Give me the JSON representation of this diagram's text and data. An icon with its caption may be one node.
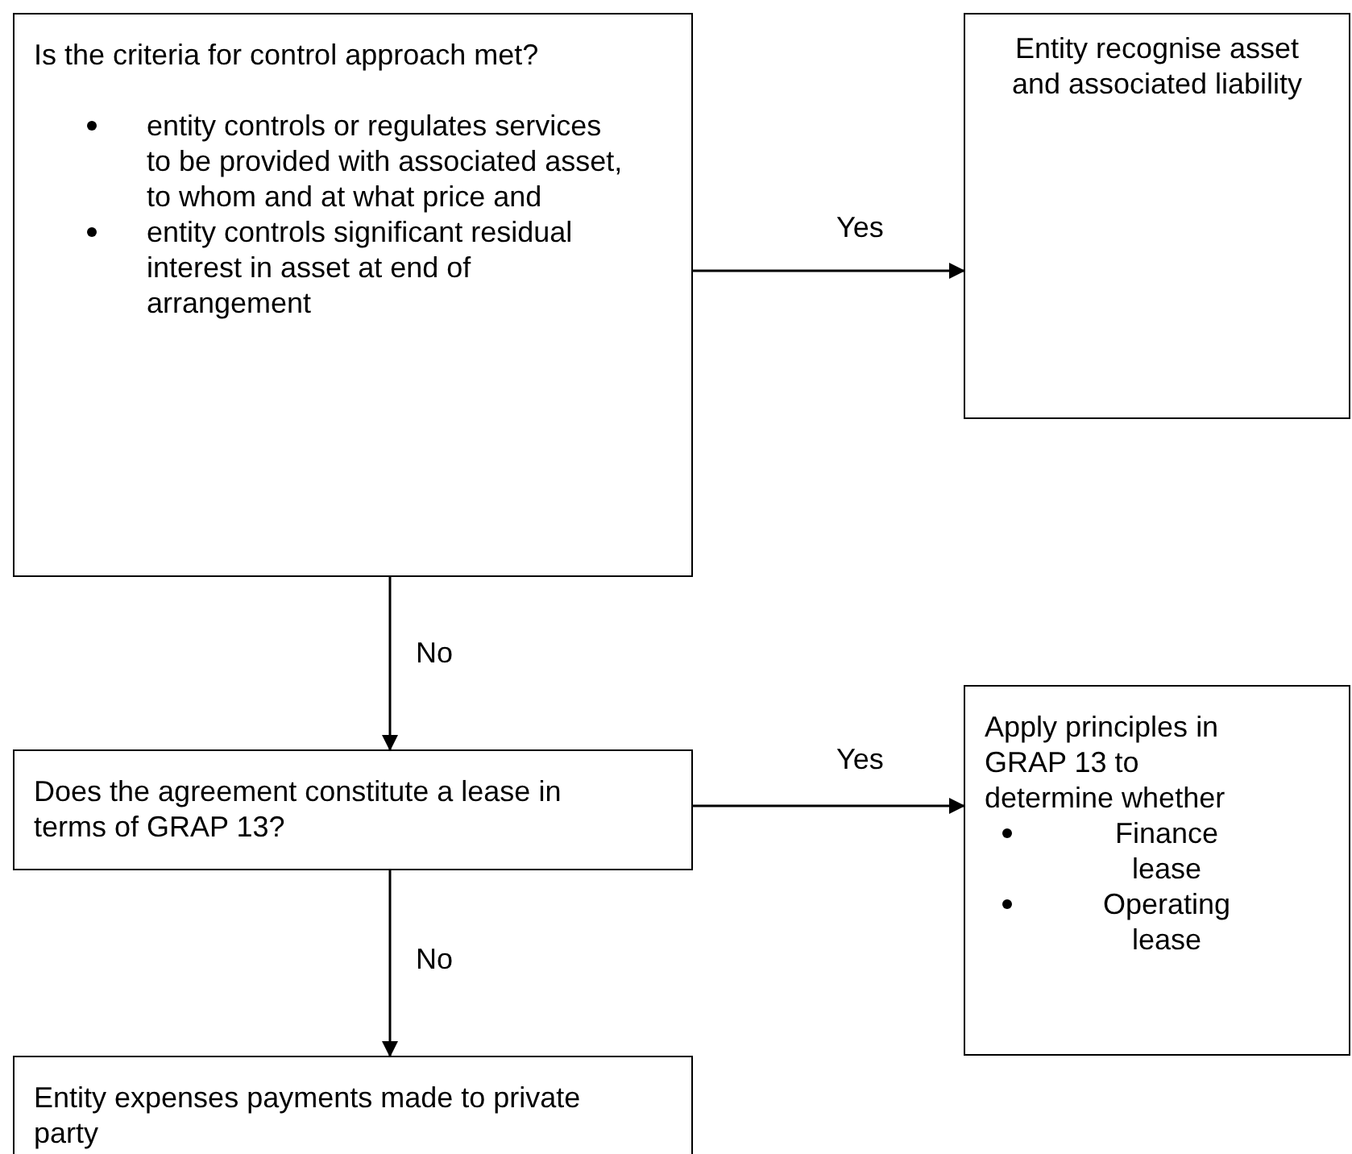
{
  "diagram": {
    "nodes": [
      {
        "text": [
          "Is the criteria for control approach met?",
          "entity controls or regulates services to be provided with associated asset, to whom and at what price and",
          "entity controls significant residual interest in asset at end of arrangement"
        ]
      },
      {
        "text": [
          "Entity recognise asset and associated liability"
        ]
      },
      {
        "text": [
          "Does the agreement constitute a lease in terms of GRAP 13?"
        ]
      },
      {
        "text": [
          "Apply principles in GRAP 13 to determine whether",
          "Finance lease",
          "Operating lease"
        ]
      },
      {
        "text": [
          "Entity expenses payments made to private party"
        ]
      }
    ],
    "edges": [
      {
        "from": 0,
        "to": 1,
        "arrow": "to",
        "label": "Yes"
      },
      {
        "from": 0,
        "to": 2,
        "arrow": "to",
        "label": "No"
      },
      {
        "from": 2,
        "to": 3,
        "arrow": "to",
        "label": "Yes"
      },
      {
        "from": 2,
        "to": 4,
        "arrow": "to",
        "label": "No"
      }
    ]
  }
}
